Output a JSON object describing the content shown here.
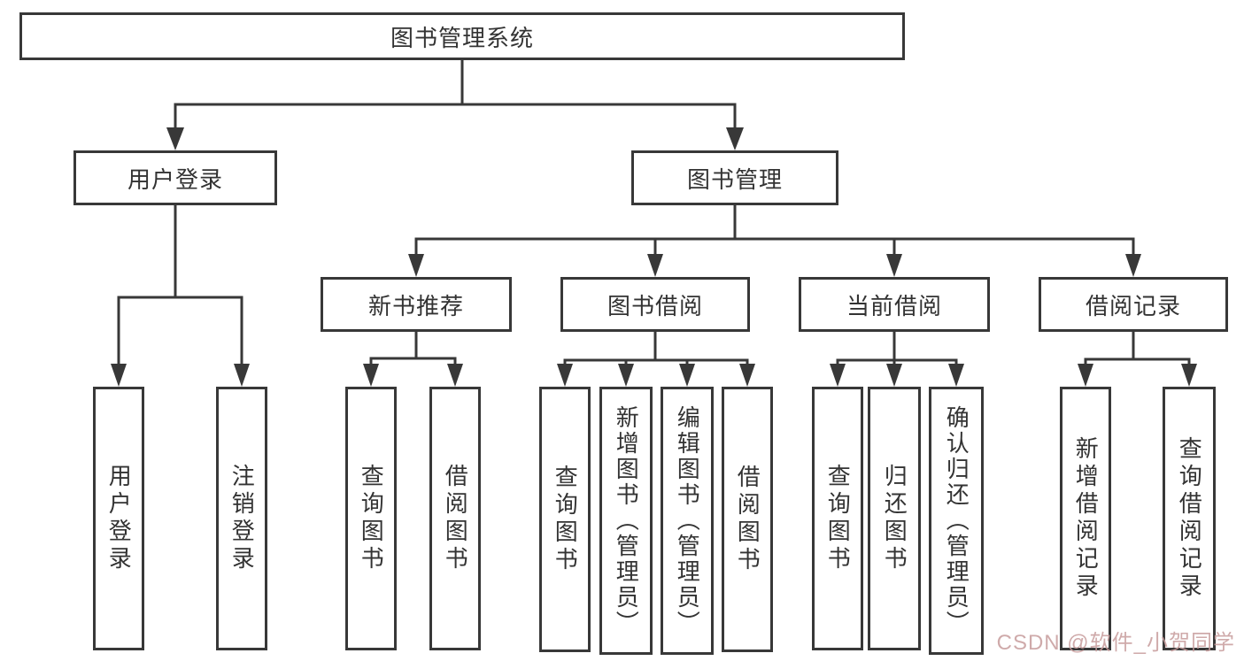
{
  "style": {
    "line_color": "#383838",
    "text_color": "#333333",
    "background": "#ffffff",
    "watermark_color": "#c79c9c"
  },
  "watermark": {
    "text": "CSDN @软件_小贺同学"
  },
  "tree": {
    "root": {
      "label": "图书管理系统"
    },
    "user": {
      "label": "用户登录",
      "children": [
        {
          "label": "用户登录"
        },
        {
          "label": "注销登录"
        }
      ]
    },
    "book": {
      "label": "图书管理",
      "modules": [
        {
          "label": "新书推荐",
          "children": [
            {
              "label": "查询图书"
            },
            {
              "label": "借阅图书"
            }
          ]
        },
        {
          "label": "图书借阅",
          "children": [
            {
              "label": "查询图书"
            },
            {
              "label": "新增图书（管理员）"
            },
            {
              "label": "编辑图书（管理员）"
            },
            {
              "label": "借阅图书"
            }
          ]
        },
        {
          "label": "当前借阅",
          "children": [
            {
              "label": "查询图书"
            },
            {
              "label": "归还图书"
            },
            {
              "label": "确认归还（管理员）"
            }
          ]
        },
        {
          "label": "借阅记录",
          "children": [
            {
              "label": "新增借阅记录"
            },
            {
              "label": "查询借阅记录"
            }
          ]
        }
      ]
    }
  }
}
